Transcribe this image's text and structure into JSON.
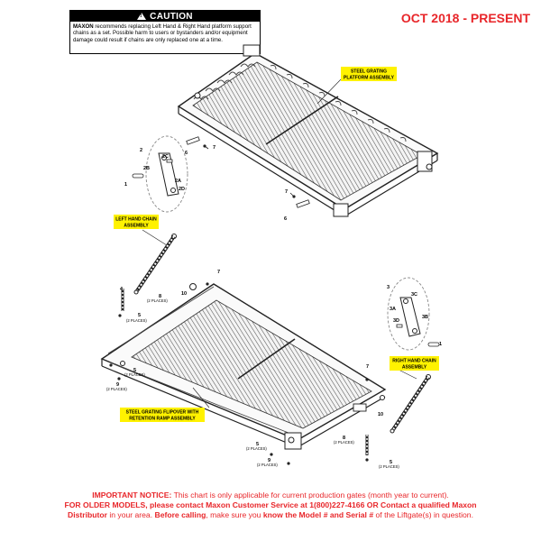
{
  "header": {
    "date_range": "OCT 2018 - PRESENT"
  },
  "caution": {
    "title": "CAUTION",
    "brand": "MAXON",
    "line1": " recommends replacing Left Hand & Right Hand platform support",
    "line2": "chains as a set. Possible harm to users or bystanders and/or equipment",
    "line3": "damage could result if chains are only replaced one at a time."
  },
  "callouts": {
    "platform": [
      "STEEL GRATING",
      "PLATFORM ASSEMBLY"
    ],
    "left_chain": [
      "LEFT HAND CHAIN",
      "ASSEMBLY"
    ],
    "right_chain": [
      "RIGHT HAND CHAIN",
      "ASSEMBLY"
    ],
    "flipover": [
      "STEEL GRATING FLIPOVER WITH",
      "RETENTION RAMP ASSEMBLY"
    ]
  },
  "parts": {
    "p1": "1",
    "p2": "2",
    "p2a": "2A",
    "p2b": "2B",
    "p2c": "2C",
    "p2d": "2D",
    "p3": "3",
    "p3a": "3A",
    "p3b": "3B",
    "p3c": "3C",
    "p3d": "3D",
    "p4": "4",
    "p5": "5",
    "p6": "6",
    "p7": "7",
    "p8": "8",
    "p9": "9",
    "p10": "10",
    "two_places": "(2 PLACES)"
  },
  "notice": {
    "lead": "IMPORTANT NOTICE:",
    "line1": " This chart is only applicable for current production gates (month year to current).",
    "older": "FOR OLDER MODELS, please contact Maxon Customer Service at 1(800)227-4166 OR Contact a qualified Maxon",
    "distributor": "Distributor",
    "mid": " in your area. ",
    "before": "Before calling",
    "mid2": ", make sure you ",
    "know": "know the Model # and Serial #",
    "tail": " of the Liftgate(s) in question."
  },
  "colors": {
    "accent_red": "#e8262a",
    "highlight_yellow": "#fff200"
  }
}
